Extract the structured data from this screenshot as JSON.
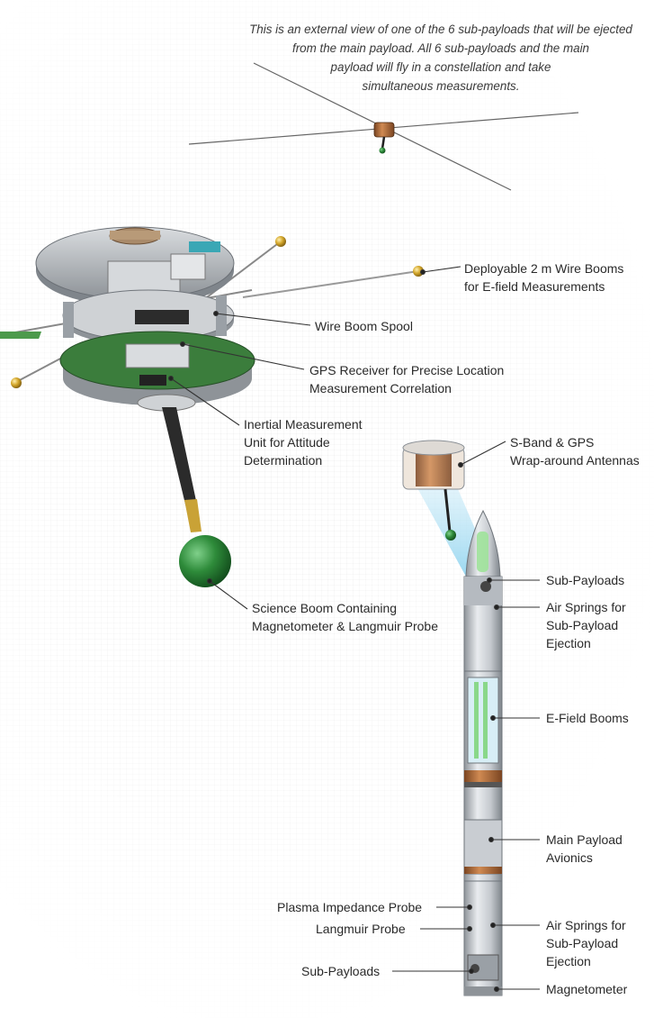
{
  "caption": {
    "lines": [
      "This is an external view of one of the 6 sub-payloads that will be ejected",
      "from the main payload.  All 6 sub-payloads and the main",
      "payload will fly in a constellation and take",
      "simultaneous measurements."
    ]
  },
  "callouts": {
    "wire_booms": [
      "Deployable 2 m Wire Booms",
      "for E-field Measurements"
    ],
    "wire_boom_spool": "Wire Boom Spool",
    "gps_receiver": [
      "GPS Receiver for Precise Location",
      "Measurement Correlation"
    ],
    "imu": [
      "Inertial Measurement",
      "Unit for Attitude",
      "Determination"
    ],
    "science_boom": [
      "Science Boom Containing",
      "Magnetometer & Langmuir Probe"
    ],
    "sband_gps": [
      "S-Band & GPS",
      "Wrap-around Antennas"
    ],
    "sub_payloads_top": "Sub-Payloads",
    "air_springs_top": [
      "Air Springs for",
      "Sub-Payload",
      "Ejection"
    ],
    "efield_booms": "E-Field Booms",
    "main_avionics": [
      "Main Payload",
      "Avionics"
    ],
    "plasma_probe": "Plasma Impedance Probe",
    "langmuir_probe": "Langmuir Probe",
    "sub_payloads_bottom": "Sub-Payloads",
    "air_springs_bottom": [
      "Air Springs for",
      "Sub-Payload",
      "Ejection"
    ],
    "magnetometer": "Magnetometer"
  },
  "colors": {
    "leader": "#333333",
    "gold_ball": "#d4a72c",
    "green_ball": "#2e8b3a",
    "copper": "#b56f3a",
    "board_green": "#3b7d3c",
    "metal": "#b8bcc2",
    "beam": "#bfe6f5"
  }
}
